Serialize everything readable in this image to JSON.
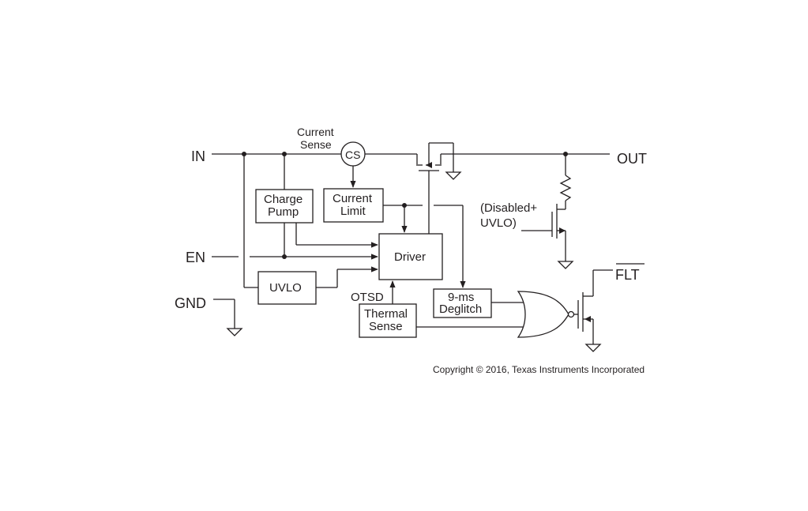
{
  "pins": {
    "in": "IN",
    "en": "EN",
    "gnd": "GND",
    "out": "OUT",
    "flt": "FLT"
  },
  "blocks": {
    "current_sense_label": [
      "Current",
      "Sense"
    ],
    "cs": "CS",
    "charge_pump": [
      "Charge",
      "Pump"
    ],
    "current_limit": [
      "Current",
      "Limit"
    ],
    "driver": "Driver",
    "uvlo": "UVLO",
    "otsd": "OTSD",
    "thermal_sense": [
      "Thermal",
      "Sense"
    ],
    "deglitch": [
      "9-ms",
      "Deglitch"
    ],
    "disabled_uvlo": [
      "(Disabled+",
      "UVLO)"
    ]
  },
  "copyright": "Copyright © 2016, Texas Instruments Incorporated"
}
